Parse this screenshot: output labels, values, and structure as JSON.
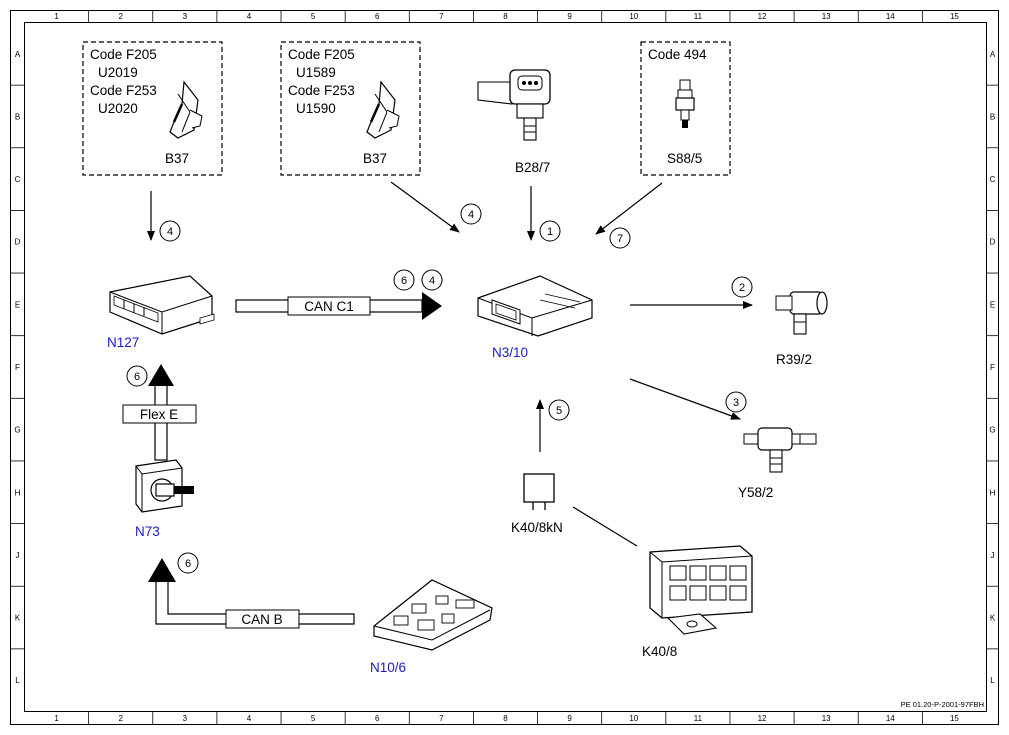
{
  "frame": {
    "columns": [
      "1",
      "2",
      "3",
      "4",
      "5",
      "6",
      "7",
      "8",
      "9",
      "10",
      "11",
      "12",
      "13",
      "14",
      "15"
    ],
    "rows": [
      "A",
      "B",
      "C",
      "D",
      "E",
      "F",
      "G",
      "H",
      "J",
      "K",
      "L"
    ],
    "footer_ref": "PE 01.20-P-2001-97FBH"
  },
  "boxes": {
    "box1": {
      "lines": [
        "Code F205",
        "U2019",
        "Code F253",
        "U2020"
      ],
      "component": "B37"
    },
    "box2": {
      "lines": [
        "Code F205",
        "U1589",
        "Code F253",
        "U1590"
      ],
      "component": "B37"
    },
    "box3": {
      "lines": [
        "Code 494"
      ],
      "component": "S88/5"
    }
  },
  "components": {
    "b28_7": "B28/7",
    "n127": "N127",
    "n3_10": "N3/10",
    "r39_2": "R39/2",
    "y58_2": "Y58/2",
    "n73": "N73",
    "k40_8kn": "K40/8kN",
    "k40_8": "K40/8",
    "n10_6": "N10/6"
  },
  "buses": {
    "can_c1": "CAN C1",
    "flex_e": "Flex E",
    "can_b": "CAN B"
  },
  "callouts": {
    "c1": "1",
    "c2": "2",
    "c3": "3",
    "c4a": "4",
    "c4b": "4",
    "c4c": "4",
    "c5": "5",
    "c6a": "6",
    "c6b": "6",
    "c6c": "6",
    "c7": "7"
  },
  "colors": {
    "module_label": "#1a1ad0",
    "line": "#000000",
    "background": "#ffffff"
  }
}
